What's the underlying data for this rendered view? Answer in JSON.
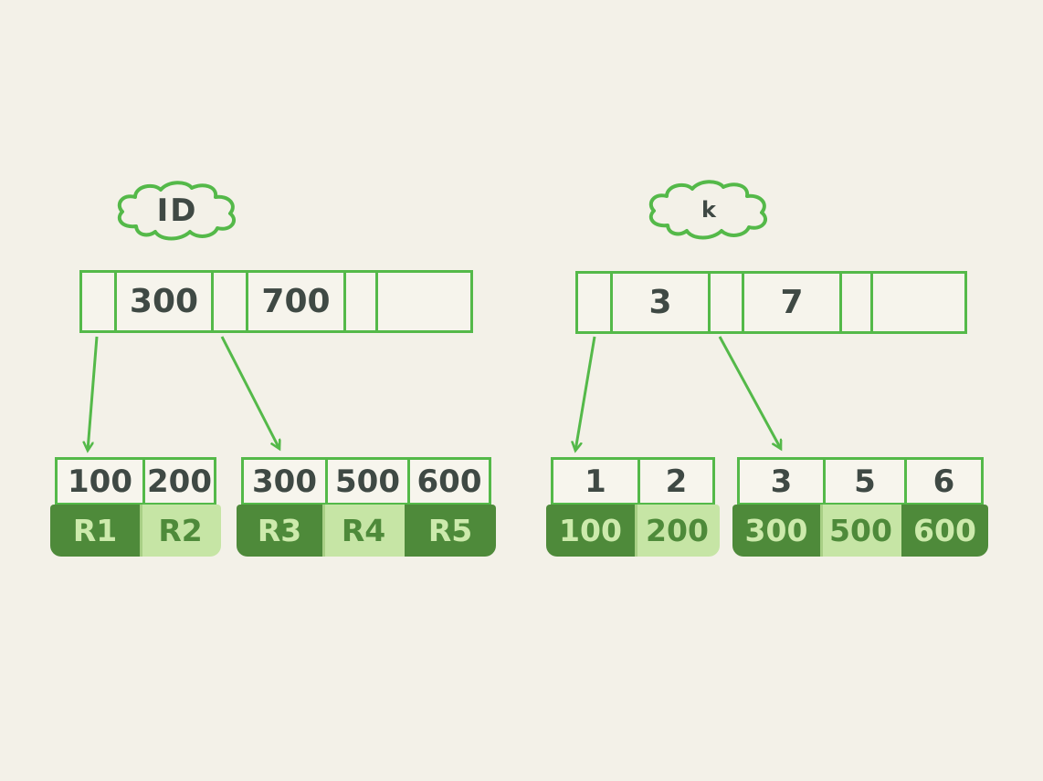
{
  "palette": {
    "background": "#f3f1e8",
    "stroke_green": "#54b949",
    "record_dark_green": "#4e8a3a",
    "record_light_green": "#c6e5a5",
    "ink_dark": "#3f4944",
    "ink_light_on_dark": "#cdeaac"
  },
  "left_index": {
    "label": "ID",
    "internal_node": {
      "cells": [
        "",
        "300",
        "",
        "700",
        "",
        ""
      ]
    },
    "leaves": [
      {
        "keys": [
          "100",
          "200"
        ],
        "values": [
          {
            "text": "R1",
            "tone": "dark"
          },
          {
            "text": "R2",
            "tone": "light"
          }
        ]
      },
      {
        "keys": [
          "300",
          "500",
          "600"
        ],
        "values": [
          {
            "text": "R3",
            "tone": "dark"
          },
          {
            "text": "R4",
            "tone": "light"
          },
          {
            "text": "R5",
            "tone": "dark"
          }
        ]
      }
    ]
  },
  "right_index": {
    "label": "k",
    "internal_node": {
      "cells": [
        "",
        "3",
        "",
        "7",
        "",
        ""
      ]
    },
    "leaves": [
      {
        "keys": [
          "1",
          "2"
        ],
        "values": [
          {
            "text": "100",
            "tone": "dark"
          },
          {
            "text": "200",
            "tone": "light"
          }
        ]
      },
      {
        "keys": [
          "3",
          "5",
          "6"
        ],
        "values": [
          {
            "text": "300",
            "tone": "dark"
          },
          {
            "text": "500",
            "tone": "light"
          },
          {
            "text": "600",
            "tone": "dark"
          }
        ]
      }
    ]
  }
}
